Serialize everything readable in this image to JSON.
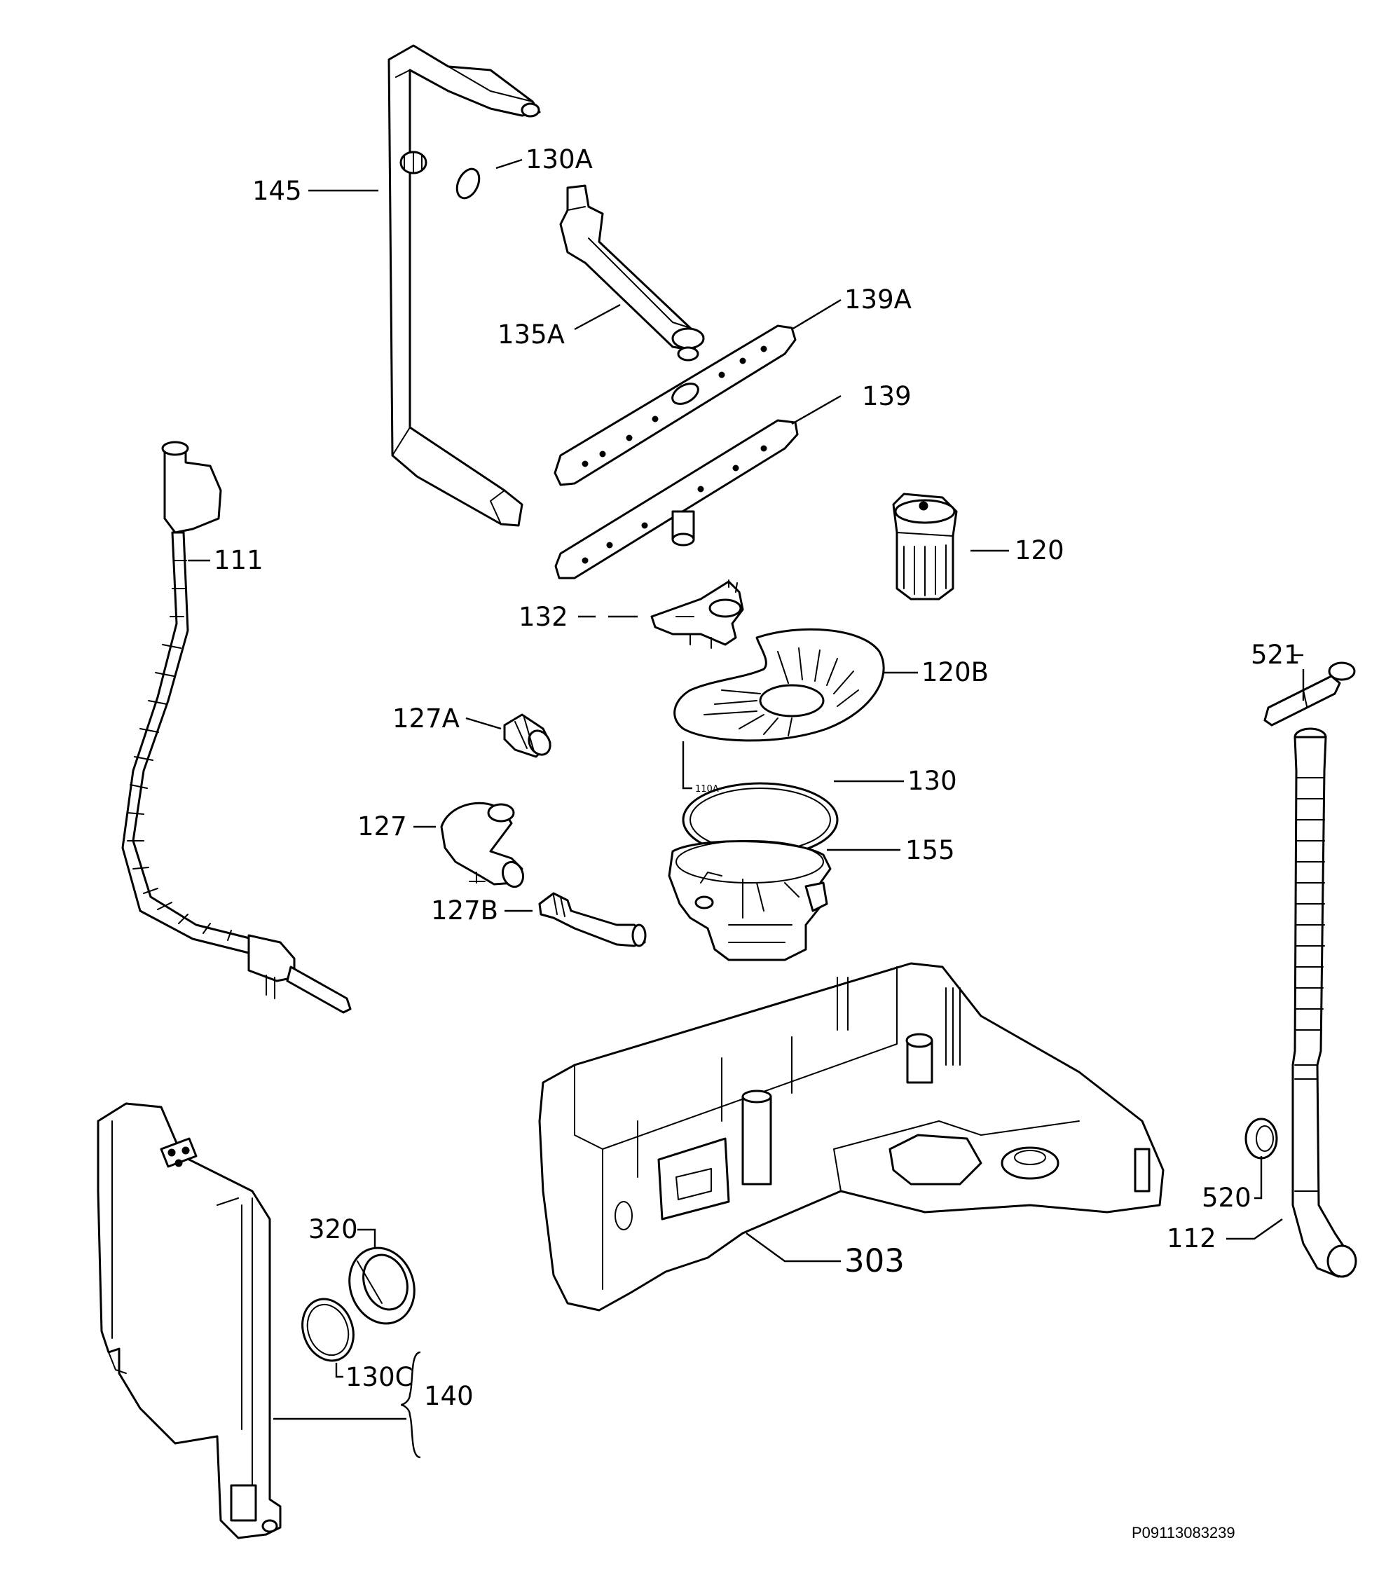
{
  "labels": {
    "p145": "145",
    "p130a": "130A",
    "p135a": "135A",
    "p139a": "139A",
    "p139": "139",
    "p120": "120",
    "p111": "111",
    "p132": "132",
    "p120b": "120B",
    "p127a": "127A",
    "p110a": "110A",
    "p130": "130",
    "p127": "127",
    "p155": "155",
    "p127b": "127B",
    "p521": "521",
    "p520": "520",
    "p112": "112",
    "p320": "320",
    "p303": "303",
    "p130c": "130C",
    "p140": "140"
  },
  "drawing_id": "P09113083239",
  "colors": {
    "line": "#000000",
    "background": "#ffffff"
  }
}
